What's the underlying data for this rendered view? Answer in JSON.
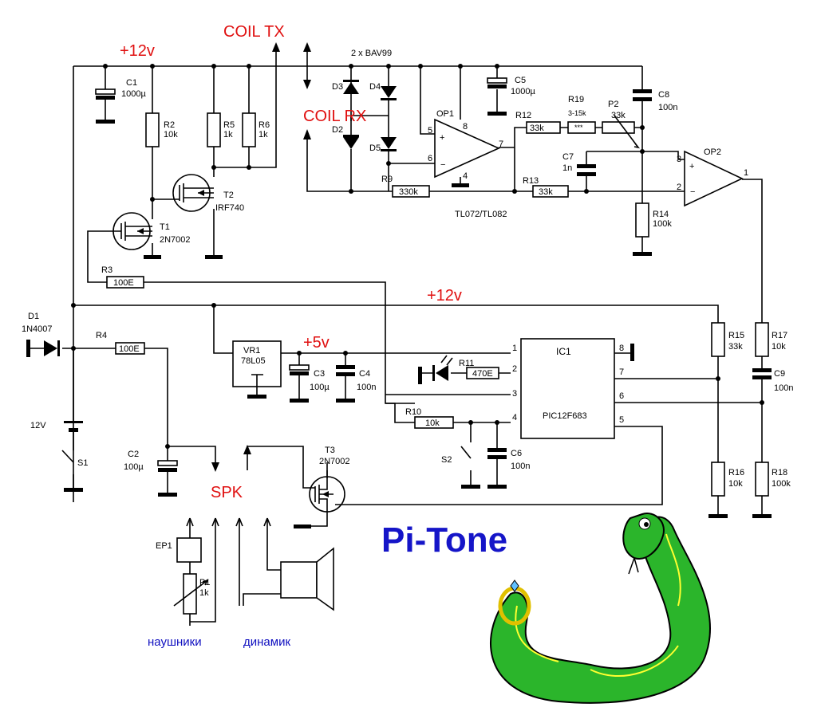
{
  "title": "Pi-Tone",
  "nets": {
    "v12_top": "+12v",
    "v12_mid": "+12v",
    "v5": "+5v",
    "coil_tx": "COIL TX",
    "coil_rx": "COIL RX"
  },
  "labels": {
    "headphones": "наушники",
    "speaker": "динамик",
    "spk": "SPK",
    "batt": "12V",
    "diodes": "2 x BAV99",
    "opamp": "TL072/TL082"
  },
  "components": {
    "C1": {
      "ref": "C1",
      "val": "1000µ"
    },
    "R2": {
      "ref": "R2",
      "val": "10k"
    },
    "R5": {
      "ref": "R5",
      "val": "1k"
    },
    "R6": {
      "ref": "R6",
      "val": "1k"
    },
    "T2": {
      "ref": "T2",
      "val": "IRF740"
    },
    "T1": {
      "ref": "T1",
      "val": "2N7002"
    },
    "R3": {
      "ref": "R3",
      "val": "100E"
    },
    "D1": {
      "ref": "D1",
      "val": "1N4007"
    },
    "R4": {
      "ref": "R4",
      "val": "100E"
    },
    "S1": {
      "ref": "S1"
    },
    "C2": {
      "ref": "C2",
      "val": "100µ"
    },
    "D3": {
      "ref": "D3"
    },
    "D4": {
      "ref": "D4"
    },
    "D2": {
      "ref": "D2"
    },
    "D5": {
      "ref": "D5"
    },
    "C5": {
      "ref": "C5",
      "val": "1000µ"
    },
    "OP1": {
      "ref": "OP1"
    },
    "R12": {
      "ref": "R12",
      "val": "33k"
    },
    "R19": {
      "ref": "R19",
      "sub": "3-15k",
      "val": "***"
    },
    "P2": {
      "ref": "P2",
      "val": "33k"
    },
    "C8": {
      "ref": "C8",
      "val": "100n"
    },
    "C7": {
      "ref": "C7",
      "val": "1n"
    },
    "R9": {
      "ref": "R9",
      "val": "330k"
    },
    "R13": {
      "ref": "R13",
      "val": "33k"
    },
    "OP2": {
      "ref": "OP2"
    },
    "R14": {
      "ref": "R14",
      "val": "100k"
    },
    "VR1": {
      "ref": "VR1",
      "val": "78L05"
    },
    "C3": {
      "ref": "C3",
      "val": "100µ"
    },
    "C4": {
      "ref": "C4",
      "val": "100n"
    },
    "R11": {
      "ref": "R11",
      "val": "470E"
    },
    "R10": {
      "ref": "R10",
      "val": "10k"
    },
    "S2": {
      "ref": "S2"
    },
    "C6": {
      "ref": "C6",
      "val": "100n"
    },
    "IC1": {
      "ref": "IC1",
      "val": "PIC12F683"
    },
    "R15": {
      "ref": "R15",
      "val": "33k"
    },
    "R17": {
      "ref": "R17",
      "val": "10k"
    },
    "C9": {
      "ref": "C9",
      "val": "100n"
    },
    "R16": {
      "ref": "R16",
      "val": "10k"
    },
    "R18": {
      "ref": "R18",
      "val": "100k"
    },
    "T3": {
      "ref": "T3",
      "val": "2N7002"
    },
    "EP1": {
      "ref": "EP1"
    },
    "P1": {
      "ref": "P1",
      "val": "1k"
    }
  },
  "pins": {
    "op1": [
      "5",
      "8",
      "6",
      "4",
      "7"
    ],
    "op2": [
      "3",
      "2",
      "1"
    ],
    "ic1": [
      "1",
      "2",
      "3",
      "4",
      "8",
      "7",
      "6",
      "5"
    ]
  }
}
